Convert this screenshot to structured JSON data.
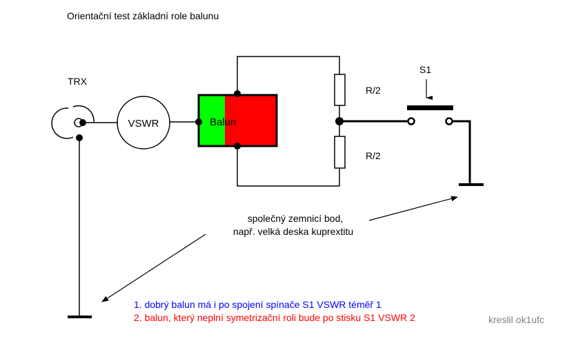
{
  "title": "Orientační test základní role balunu",
  "labels": {
    "trx": "TRX",
    "vswr": "VSWR",
    "balun": "Balun",
    "r_top": "R/2",
    "r_bottom": "R/2",
    "switch": "S1"
  },
  "ground_note": {
    "line1": "společný zemnicí bod,",
    "line2": "např. velká deska kuprextitu"
  },
  "notes": [
    {
      "text": "1. dobrý balun má i po spojení spínače S1 VSWR téměř 1",
      "color": "#0000ff"
    },
    {
      "text": "2. balun, který neplní symetrizační roli bude po stisku S1 VSWR 2",
      "color": "#ff0000"
    }
  ],
  "author": "kreslil ok1ufc",
  "colors": {
    "balun_left": "#00ff00",
    "balun_right": "#ff0000",
    "author": "#808080"
  }
}
